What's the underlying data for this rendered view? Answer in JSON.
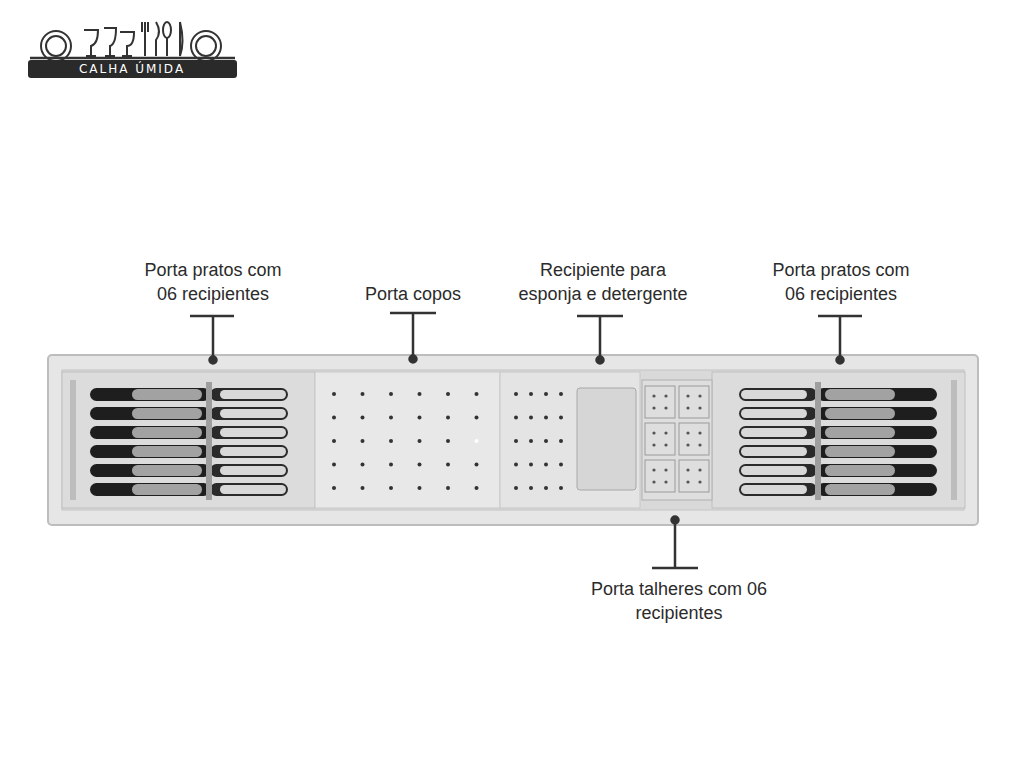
{
  "diagram": {
    "labels": [
      "CALHA ÚMIDA",
      "Porta pratos com 06 recipientes",
      "Porta copos",
      "Recipiente para esponja e detergente",
      "Porta pratos com 06 recipientes",
      "Porta talheres com 06 recipientes"
    ]
  }
}
